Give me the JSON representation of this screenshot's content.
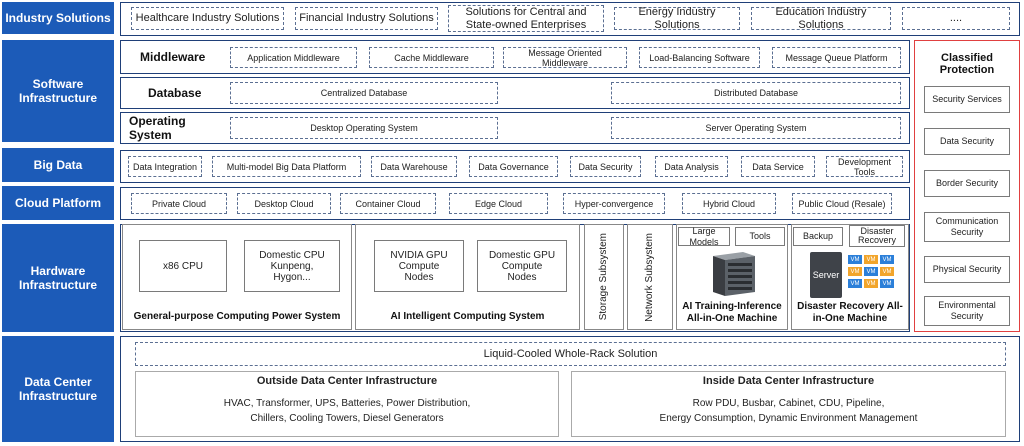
{
  "categories": {
    "industry": "Industry Solutions",
    "software": "Software Infrastructure",
    "bigdata": "Big Data",
    "cloud": "Cloud Platform",
    "hardware": "Hardware Infrastructure",
    "datacenter": "Data Center Infrastructure"
  },
  "industry_items": [
    "Healthcare Industry Solutions",
    "Financial Industry Solutions",
    "Solutions for Central and State-owned Enterprises",
    "Energy Industry Solutions",
    "Education Industry Solutions",
    "...."
  ],
  "middleware": {
    "title": "Middleware",
    "items": [
      "Application Middleware",
      "Cache Middleware",
      "Message Oriented Middleware",
      "Load-Balancing Software",
      "Message Queue Platform"
    ]
  },
  "database": {
    "title": "Database",
    "items": [
      "Centralized Database",
      "Distributed Database"
    ]
  },
  "os": {
    "title": "Operating System",
    "items": [
      "Desktop Operating System",
      "Server Operating System"
    ]
  },
  "bigdata_items": [
    "Data Integration",
    "Multi-model Big Data Platform",
    "Data Warehouse",
    "Data Governance",
    "Data Security",
    "Data Analysis",
    "Data Service",
    "Development Tools"
  ],
  "cloud_items": [
    "Private Cloud",
    "Desktop Cloud",
    "Container Cloud",
    "Edge Cloud",
    "Hyper-convergence",
    "Hybrid Cloud",
    "Public Cloud (Resale)"
  ],
  "hardware": {
    "general": {
      "title": "General-purpose Computing Power System",
      "items": [
        "x86 CPU",
        "Domestic CPU Kunpeng, Hygon..."
      ]
    },
    "ai": {
      "title": "AI Intelligent Computing System",
      "items": [
        "NVIDIA GPU Compute Nodes",
        "Domestic GPU Compute Nodes"
      ]
    },
    "storage": "Storage Subsystem",
    "network": "Network Subsystem",
    "training": {
      "tags": [
        "Large Models",
        "Tools"
      ],
      "title": "AI Training-Inference All-in-One Machine"
    },
    "recovery": {
      "tags": [
        "Backup",
        "Disaster Recovery"
      ],
      "server_label": "Server",
      "vm_label": "VM",
      "title": "Disaster Recovery All-in-One Machine"
    }
  },
  "datacenter": {
    "liquid": "Liquid-Cooled Whole-Rack Solution",
    "outside": {
      "title": "Outside Data Center Infrastructure",
      "lines": [
        "HVAC, Transformer, UPS, Batteries, Power Distribution,",
        "Chillers, Cooling Towers, Diesel Generators"
      ]
    },
    "inside": {
      "title": "Inside Data Center Infrastructure",
      "lines": [
        "Row PDU, Busbar, Cabinet, CDU, Pipeline,",
        "Energy Consumption, Dynamic Environment Management"
      ]
    }
  },
  "protection": {
    "title": "Classified Protection",
    "items": [
      "Security Services",
      "Data Security",
      "Border Security",
      "Communication Security",
      "Physical Security",
      "Environmental Security"
    ]
  },
  "colors": {
    "category_blue": "#1c5bb8",
    "panel_border": "#1f3f78",
    "protection_border": "#e04040"
  }
}
